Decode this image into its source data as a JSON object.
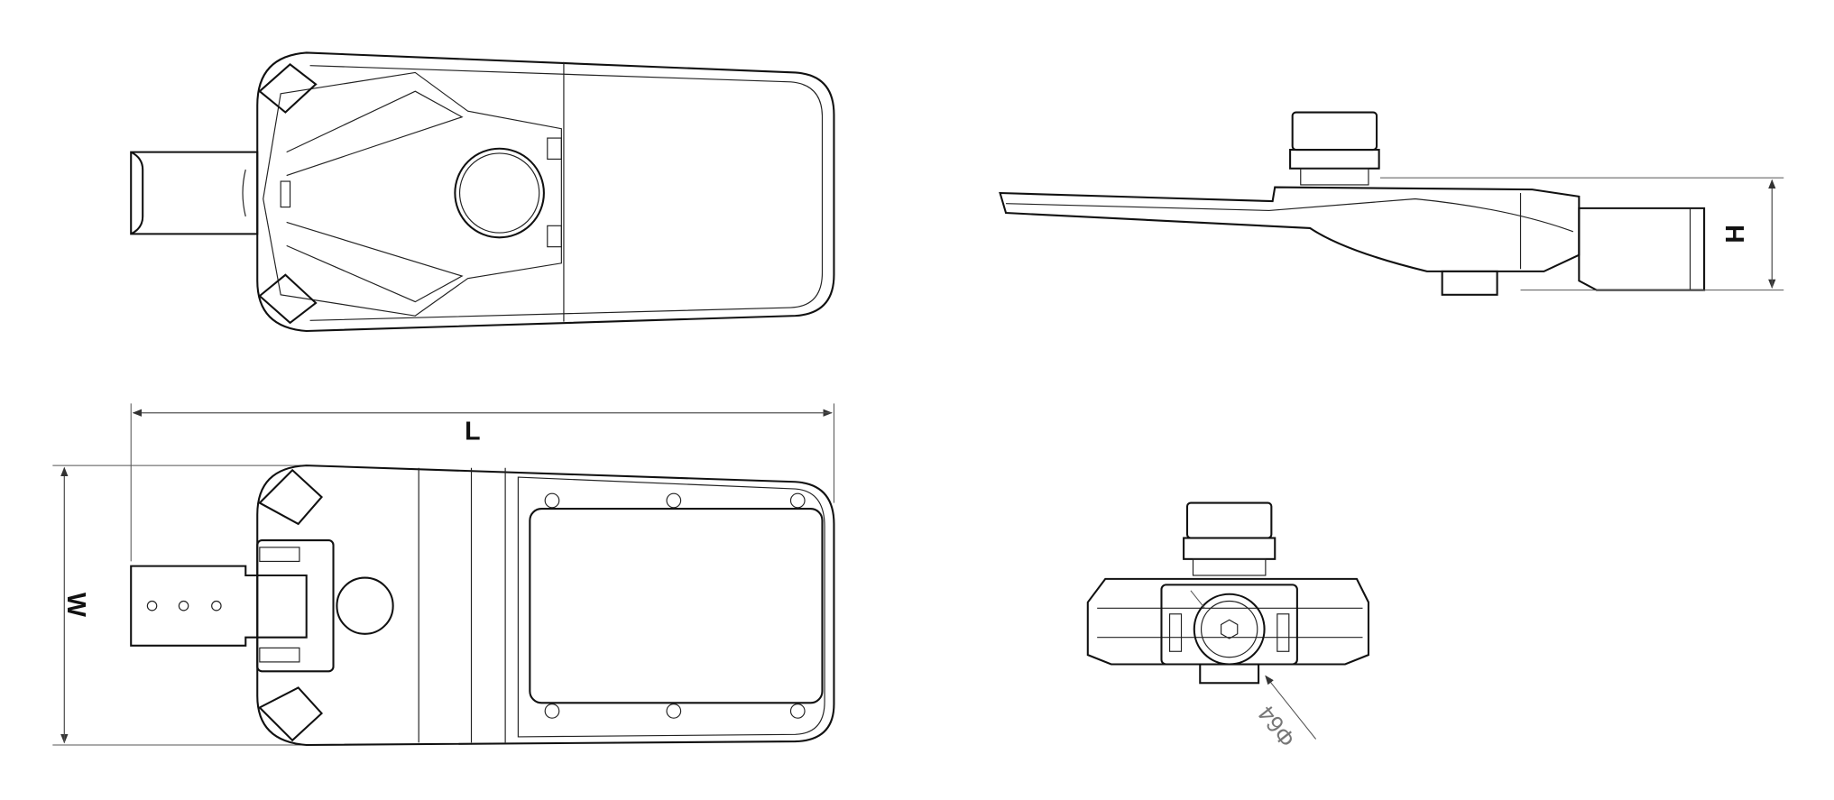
{
  "dimensions": {
    "length_label": "L",
    "width_label": "W",
    "height_label": "H",
    "diameter_label": "Φ64"
  },
  "views": [
    "top-view",
    "bottom-view",
    "side-view",
    "end-view"
  ]
}
